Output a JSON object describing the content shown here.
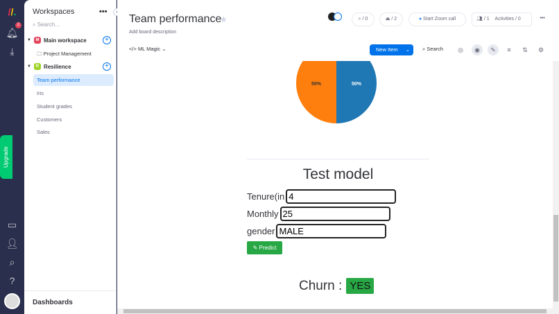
{
  "rail": {
    "notifications_count": "2",
    "upgrade_label": "Upgrade"
  },
  "sidebar": {
    "title": "Workspaces",
    "search_placeholder": "Search...",
    "workspaces": [
      {
        "name": "Main workspace",
        "icon_letter": "M",
        "color": "#e2445c",
        "items": [
          "Project Management"
        ]
      },
      {
        "name": "Resilience",
        "icon_letter": "R",
        "color": "#9cd326",
        "items": [
          "Team performance",
          "Iris",
          "Student grades",
          "Customers",
          "Sales"
        ]
      }
    ],
    "selected": "Team performance",
    "footer": "Dashboards"
  },
  "header": {
    "title": "Team performance",
    "description": "Add board description",
    "updates": "/ 0",
    "integrations": "/ 2",
    "zoom": "Start Zoom call",
    "members": "/ 1",
    "activities": "Activities / 0"
  },
  "toolbar": {
    "view": "ML Magic",
    "new_item": "New Item",
    "search": "Search"
  },
  "chart_data": {
    "type": "pie",
    "values": [
      50,
      50
    ],
    "labels": [
      "50%",
      "50%"
    ],
    "colors": [
      "#ff7f0e",
      "#1f77b4"
    ]
  },
  "form": {
    "title": "Test model",
    "fields": [
      {
        "label": "Tenure(in",
        "value": "4"
      },
      {
        "label": "Monthly",
        "value": "25"
      },
      {
        "label": "gender",
        "value": "MALE"
      }
    ],
    "predict": "Predict",
    "result_label": "Churn :",
    "result_value": "YES"
  },
  "colors": {
    "accent": "#0073ea",
    "success": "#28a745"
  }
}
